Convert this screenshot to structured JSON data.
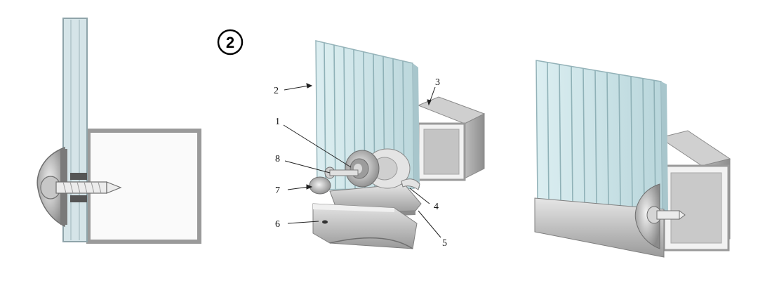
{
  "figure": {
    "badge": "2",
    "labels": {
      "l1": "1",
      "l2": "2",
      "l3": "3",
      "l4": "4",
      "l5": "5",
      "l6": "6",
      "l7": "7",
      "l8": "8"
    }
  },
  "colors": {
    "panel_fill": "#d3e7ea",
    "panel_rib": "#a9c9cf",
    "profile_fill": "#d9d9d9",
    "profile_dark": "#8a8a8a",
    "outline": "#6f6f6f"
  }
}
